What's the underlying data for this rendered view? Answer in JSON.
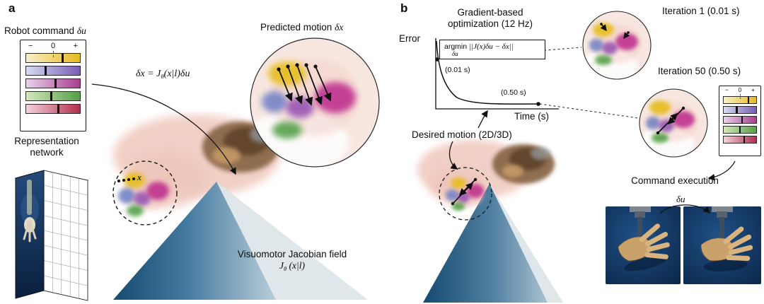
{
  "panel_a": {
    "label": "a",
    "command_title": {
      "text": "Robot command ",
      "math": "δu"
    },
    "legend": {
      "minus": "−",
      "zero": "0",
      "plus": "+"
    },
    "representation_label": "Representation network",
    "equation": {
      "lhs": "δx = J",
      "sub": "θ",
      "rhs": "(x|l)δu"
    },
    "predicted_motion": {
      "text": "Predicted motion ",
      "math": "δx"
    },
    "x_marker": "x",
    "caption_line1": "Visuomotor Jacobian field",
    "caption_math": {
      "j": "J",
      "sub": "θ",
      "args": " (x|l)"
    }
  },
  "panel_b": {
    "label": "b",
    "title_line1": "Gradient-based",
    "title_line2": "optimization (12 Hz)",
    "plot": {
      "y_label": "Error",
      "x_label": "Time (s)",
      "argmin": "argmin",
      "argmin_sub": "δu",
      "objective": "||J(x)δu − δx||",
      "t_start": "(0.01 s)",
      "t_end": "(0.50 s)"
    },
    "desired_motion": "Desired motion (2D/3D)",
    "iteration_1": "Iteration 1 (0.01 s)",
    "iteration_50": "Iteration 50 (0.50 s)",
    "legend": {
      "minus": "−",
      "zero": "0",
      "plus": "+"
    },
    "command_execution": "Command execution",
    "du": "δu"
  },
  "colors": {
    "command_bars": [
      {
        "from": "#f8f0c8",
        "to": "#e8ba1e"
      },
      {
        "from": "#d4dcf2",
        "to": "#7a5cb4"
      },
      {
        "from": "#ead2ea",
        "to": "#a83e90"
      },
      {
        "from": "#d8e8bc",
        "to": "#53a048"
      },
      {
        "from": "#f6d2da",
        "to": "#b02e4e"
      }
    ],
    "scene_blue": "#14496f",
    "scene_pink": "#f1cec3",
    "arm_brown": "#8a6848",
    "photo_navy": "#0a2344",
    "blob_yellow": "#e6bd1d",
    "blob_blue": "#7585c7",
    "blob_purple": "#9757b3",
    "blob_magenta": "#bf3590",
    "blob_green": "#55a048"
  }
}
